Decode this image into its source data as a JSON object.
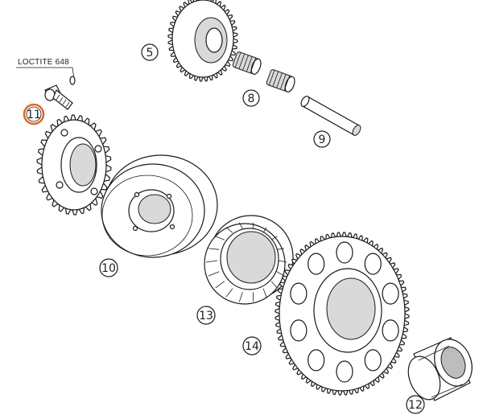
{
  "note": {
    "text": "LOCTITE 648"
  },
  "callouts": [
    {
      "id": "5",
      "label": "5"
    },
    {
      "id": "8",
      "label": "8"
    },
    {
      "id": "9",
      "label": "9"
    },
    {
      "id": "10",
      "label": "10"
    },
    {
      "id": "11",
      "label": "11"
    },
    {
      "id": "12",
      "label": "12"
    },
    {
      "id": "13",
      "label": "13"
    },
    {
      "id": "14",
      "label": "14"
    }
  ],
  "colors": {
    "highlight": "#e5631d",
    "line": "#1a1a1a",
    "shade": "#d9d9d9"
  }
}
